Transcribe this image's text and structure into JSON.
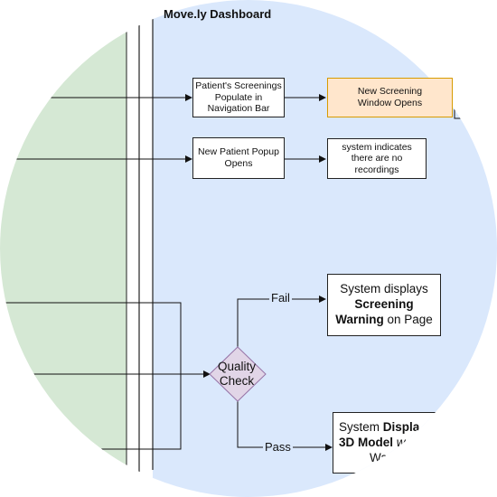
{
  "dashboard": {
    "title": "Move.ly Dashboard"
  },
  "nodes": {
    "screenings_populate": "Patient's Screenings Populate in Navigation Bar",
    "new_screening_window": "New Screening Window Opens",
    "new_patient_popup": "New Patient Popup Opens",
    "no_recordings": "system indicates there are no recordings",
    "quality_check": "Quality Check",
    "warning_pre": "System displays ",
    "warning_bold": "Screening Warning",
    "warning_post": " on Page",
    "model_pre": "System ",
    "model_bold1": "Displa",
    "model_bold2": "3D Model",
    "model_mid": " w",
    "model_tail": "Wa"
  },
  "edges": {
    "fail": "Fail",
    "pass": "Pass"
  },
  "colors": {
    "lane_green": "#d5e8d4",
    "lane_blue": "#dae8fc",
    "highlight_fill": "#ffe6cc",
    "highlight_stroke": "#d79b00",
    "decision_fill": "#e1d5e7",
    "decision_stroke": "#9673a6"
  }
}
